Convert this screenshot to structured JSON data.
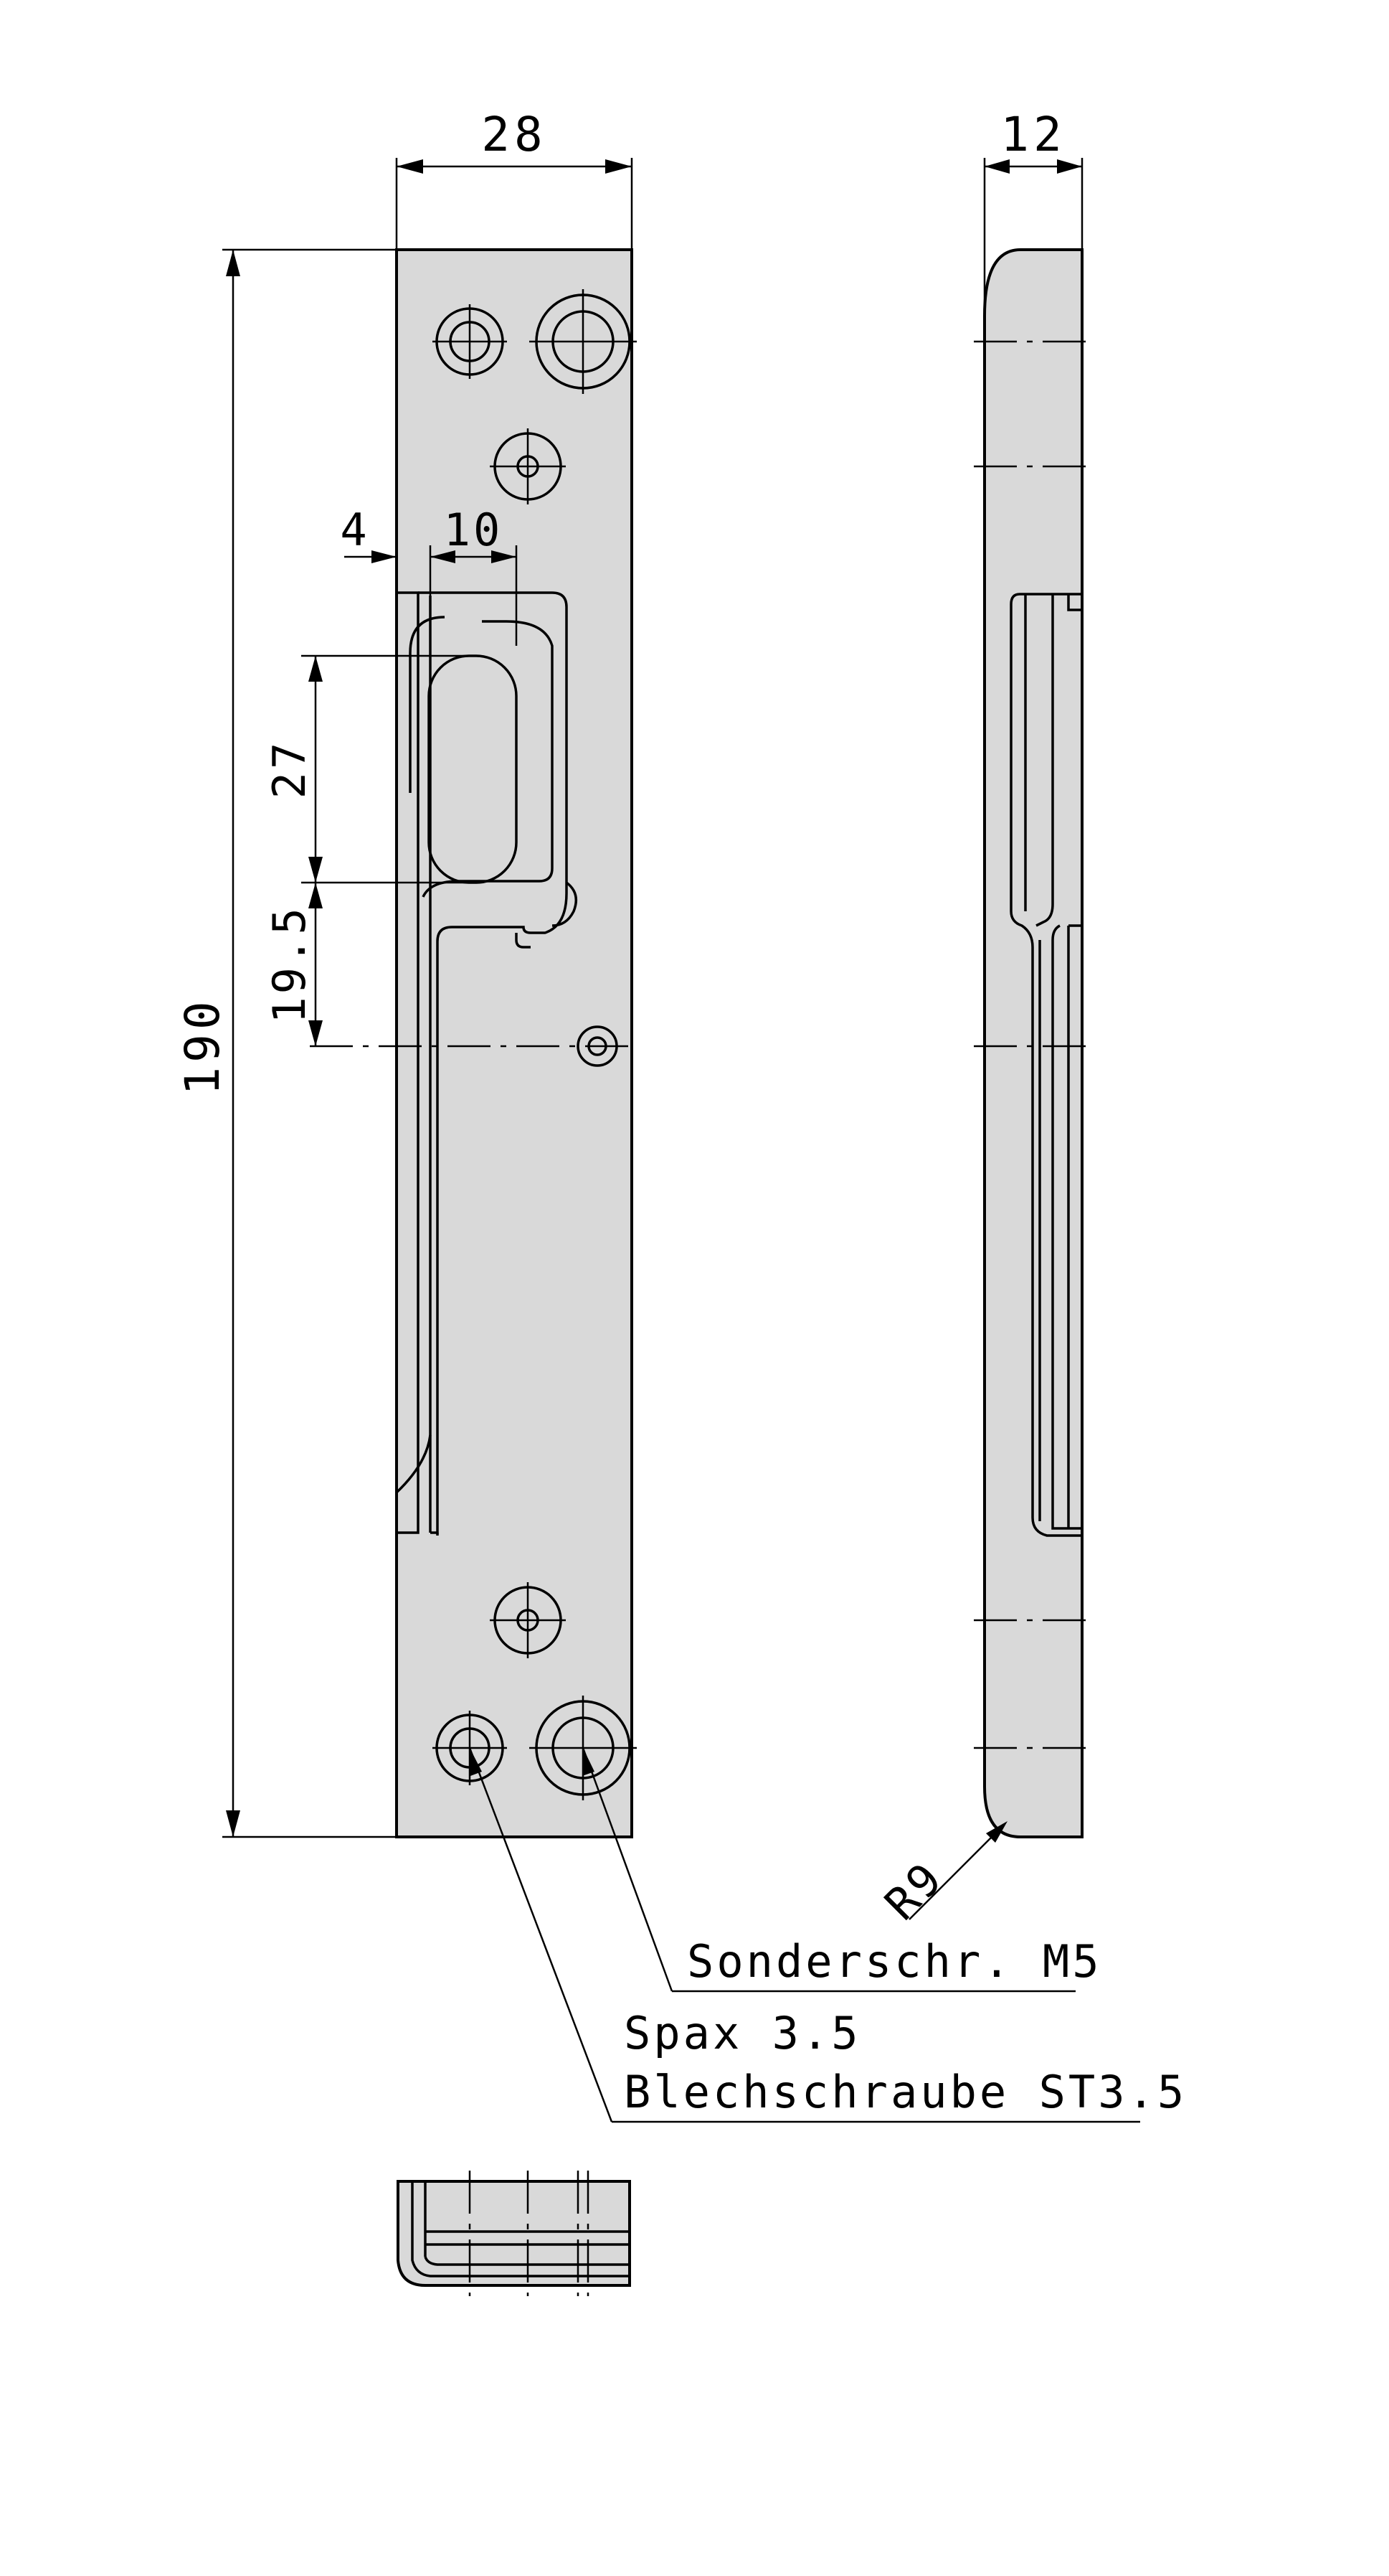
{
  "dimensions": {
    "width_top": "28",
    "thickness_side": "12",
    "height_total": "190",
    "offset_left": "4",
    "slot_width": "10",
    "slot_length": "27",
    "slot_offset": "19.5",
    "radius": "R9"
  },
  "callouts": {
    "screw_m5": "Sonderschr. M5",
    "screw_spax": "Spax 3.5",
    "screw_sheet": "Blechschraube ST3.5"
  }
}
